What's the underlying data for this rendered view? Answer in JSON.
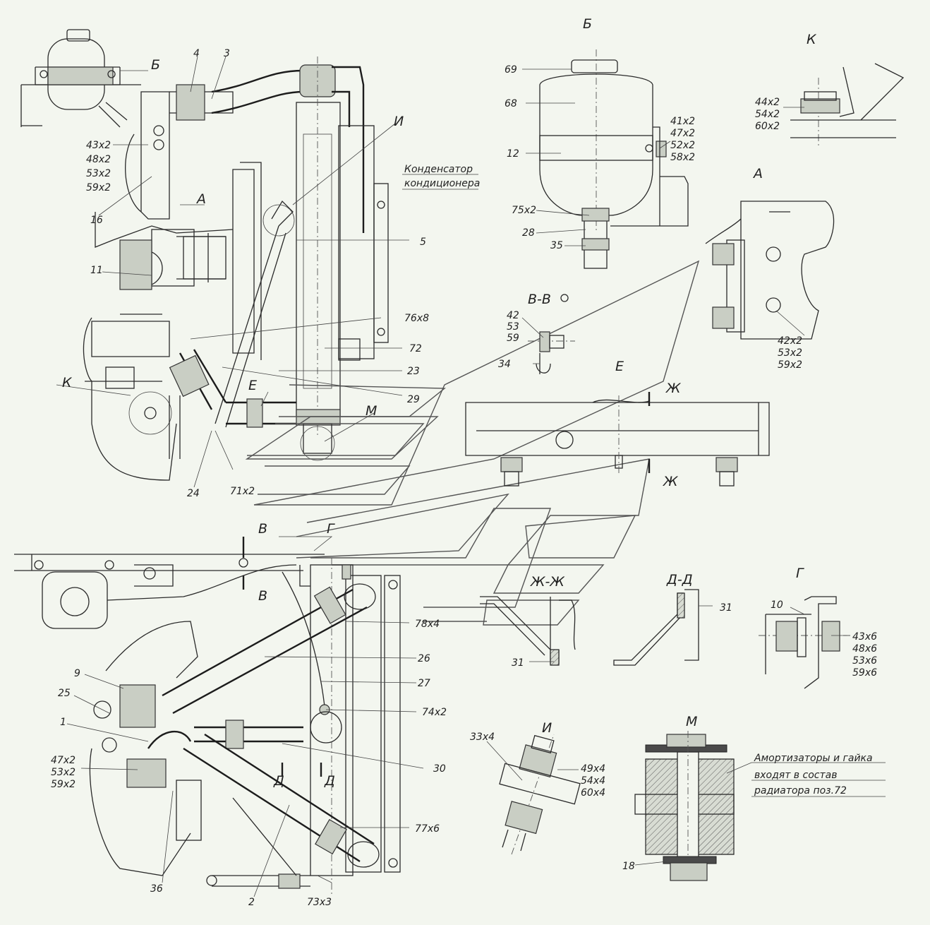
{
  "views": {
    "b": "Б",
    "k": "К",
    "a": "А",
    "i_top": "И",
    "vv": "В-В",
    "e": "Е",
    "m_top": "М",
    "k_left": "К",
    "zhzh": "Ж-Ж",
    "dd": "Д-Д",
    "g": "Г",
    "i_bottom": "И",
    "m_bottom": "М"
  },
  "markers": {
    "b_arrow": "Б",
    "a_arrow": "А",
    "e_arrow": "Е",
    "zh_top": "Ж",
    "zh_bottom": "Ж",
    "v_top": "В",
    "v_bottom": "В",
    "g_mark": "Г",
    "d_left": "Д",
    "d_right": "Д"
  },
  "condenser": {
    "line1": "Конденсатор",
    "line2": "кондиционера"
  },
  "shock_note": {
    "line1": "Амортизаторы и гайка",
    "line2": "входят в состав",
    "line3": "радиатора поз.72"
  },
  "top_left": {
    "p4": "4",
    "p3": "3",
    "p16": "16",
    "p11": "11",
    "fasteners": [
      "43x2",
      "48x2",
      "53x2",
      "59x2"
    ],
    "p5": "5",
    "p76": "76x8",
    "p72": "72",
    "p23": "23",
    "p29": "29",
    "p24": "24",
    "p71": "71x2"
  },
  "view_b": {
    "p69": "69",
    "p68": "68",
    "p12": "12",
    "p75": "75x2",
    "p28": "28",
    "p35": "35",
    "fasteners": [
      "41x2",
      "47x2",
      "52x2",
      "58x2"
    ]
  },
  "view_k": {
    "fasteners": [
      "44x2",
      "54x2",
      "60x2"
    ]
  },
  "view_a": {
    "fasteners": [
      "42x2",
      "53x2",
      "59x2"
    ]
  },
  "view_vv": {
    "p42": "42",
    "p53": "53",
    "p59": "59",
    "p34": "34"
  },
  "bottom": {
    "p78": "78x4",
    "p26": "26",
    "p27": "27",
    "p74": "74x2",
    "p30": "30",
    "p77": "77x6",
    "p9": "9",
    "p25": "25",
    "p1": "1",
    "fasteners": [
      "47x2",
      "53x2",
      "59x2"
    ],
    "p36": "36",
    "p2": "2",
    "p73": "73x3"
  },
  "view_zhzh": {
    "p31": "31"
  },
  "view_dd": {
    "p31": "31"
  },
  "view_g": {
    "p10": "10",
    "fasteners": [
      "43x6",
      "48x6",
      "53x6",
      "59x6"
    ]
  },
  "view_i": {
    "p33": "33x4",
    "fasteners": [
      "49x4",
      "54x4",
      "60x4"
    ]
  },
  "view_m": {
    "p18": "18"
  }
}
